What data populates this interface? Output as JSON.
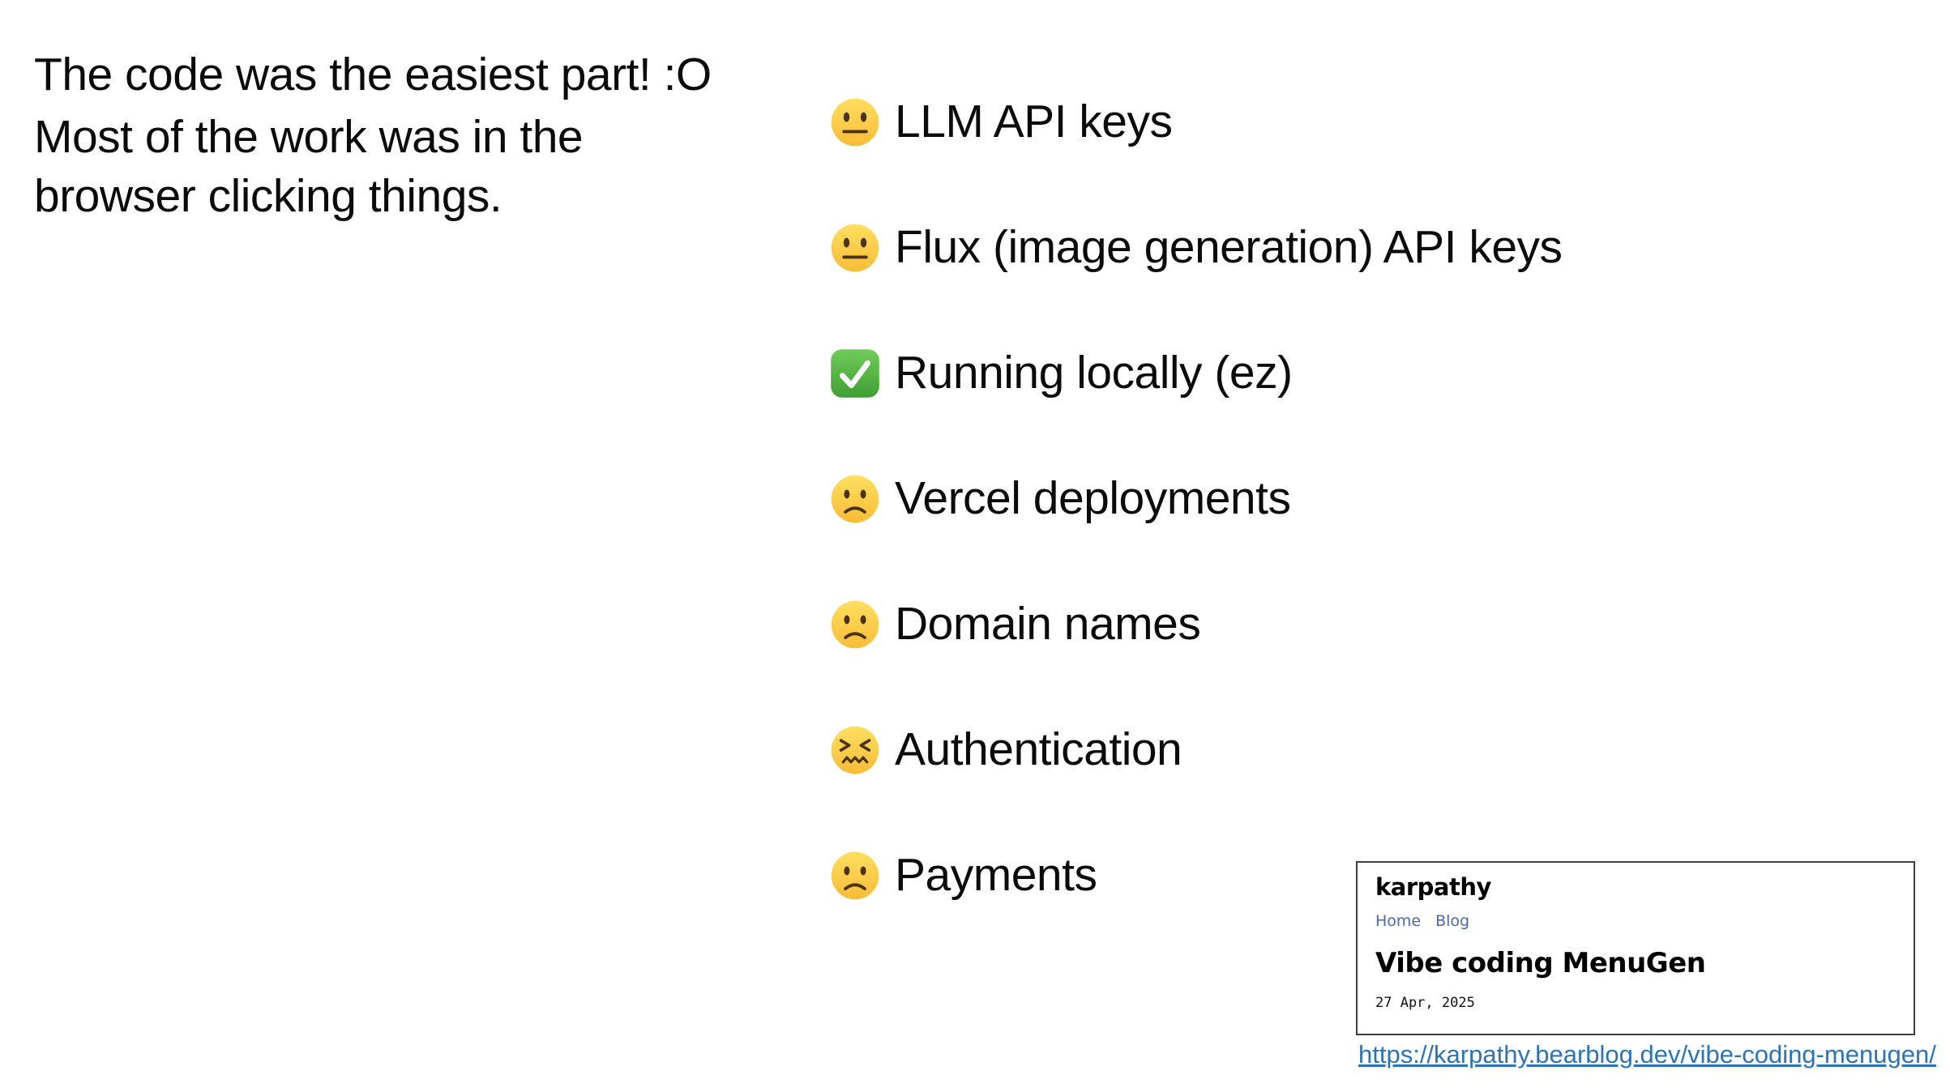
{
  "slide": {
    "intro": {
      "line1": "The code was the easiest part! :O",
      "line2": "Most of the work was in the",
      "line3": "browser clicking things."
    },
    "checklist": {
      "items": [
        {
          "icon": "neutral-face-icon",
          "label": "LLM API keys"
        },
        {
          "icon": "neutral-face-icon",
          "label": "Flux (image generation) API keys"
        },
        {
          "icon": "check-mark-icon",
          "label": "Running locally (ez)"
        },
        {
          "icon": "slightly-frowning-face-icon",
          "label": "Vercel deployments"
        },
        {
          "icon": "slightly-frowning-face-icon",
          "label": "Domain names"
        },
        {
          "icon": "confounded-face-icon",
          "label": "Authentication"
        },
        {
          "icon": "slightly-frowning-face-icon",
          "label": "Payments"
        }
      ]
    },
    "blog_card": {
      "site_title": "karpathy",
      "nav_links": [
        {
          "label": "Home"
        },
        {
          "label": "Blog"
        }
      ],
      "post_title": "Vibe coding MenuGen",
      "post_date": "27 Apr, 2025"
    },
    "source_link": {
      "text": "https://karpathy.bearblog.dev/vibe-coding-menugen/"
    },
    "colors": {
      "background": "#ffffff",
      "text": "#0b0b0b",
      "card_border": "#3f3f3f",
      "card_link_blue": "#4a69b4",
      "source_link_blue": "#2d74b5",
      "emoji_yellow": "#ffd045",
      "emoji_features_brown": "#4a3414",
      "check_green": "#4fb344"
    }
  }
}
